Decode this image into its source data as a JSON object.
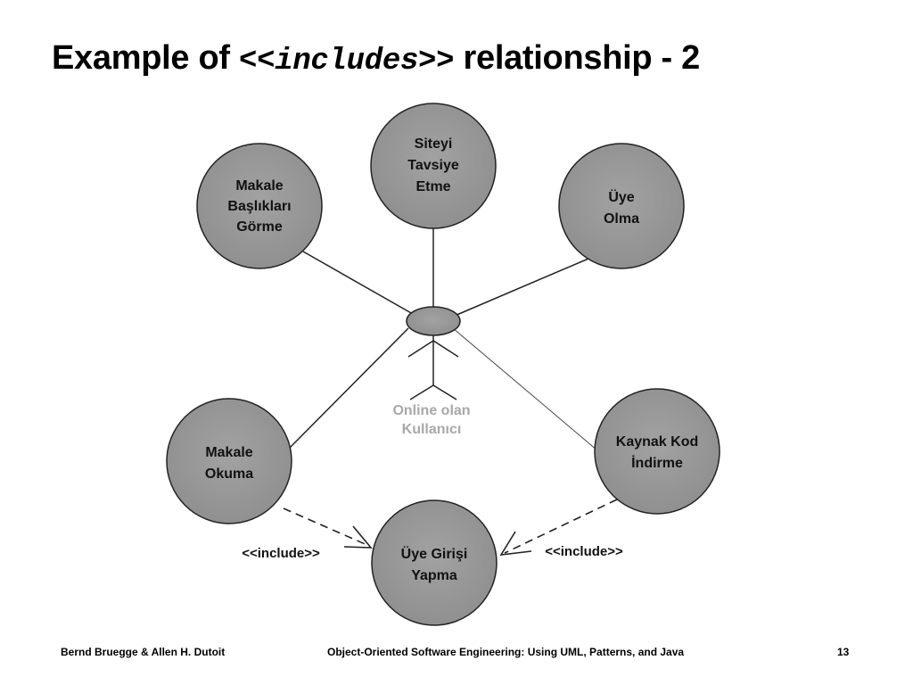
{
  "title": {
    "prefix": "Example of ",
    "keyword_open": "<<",
    "keyword": "includes",
    "keyword_close": ">>",
    "suffix": " relationship - 2"
  },
  "actor": {
    "line1": "Online olan",
    "line2": "Kullanıcı"
  },
  "use_cases": {
    "makale_basliklari": [
      "Makale",
      "Başlıkları",
      "Görme"
    ],
    "siteyi_tavsiye": [
      "Siteyi",
      "Tavsiye",
      "Etme"
    ],
    "uye_olma": [
      "Üye",
      "Olma"
    ],
    "makale_okuma": [
      "Makale",
      "Okuma"
    ],
    "kaynak_kod": [
      "Kaynak Kod",
      "İndirme"
    ],
    "uye_girisi": [
      "Üye Girişi",
      "Yapma"
    ]
  },
  "relations": {
    "include_left": "<<include>>",
    "include_right": "<<include>>"
  },
  "footer": {
    "authors": "Bernd Bruegge & Allen H. Dutoit",
    "course": "Object-Oriented Software Engineering: Using UML, Patterns, and Java",
    "page": "13"
  },
  "colors": {
    "use_case_fill": "#9a9a9a",
    "actor_label": "#a8a8a8"
  }
}
